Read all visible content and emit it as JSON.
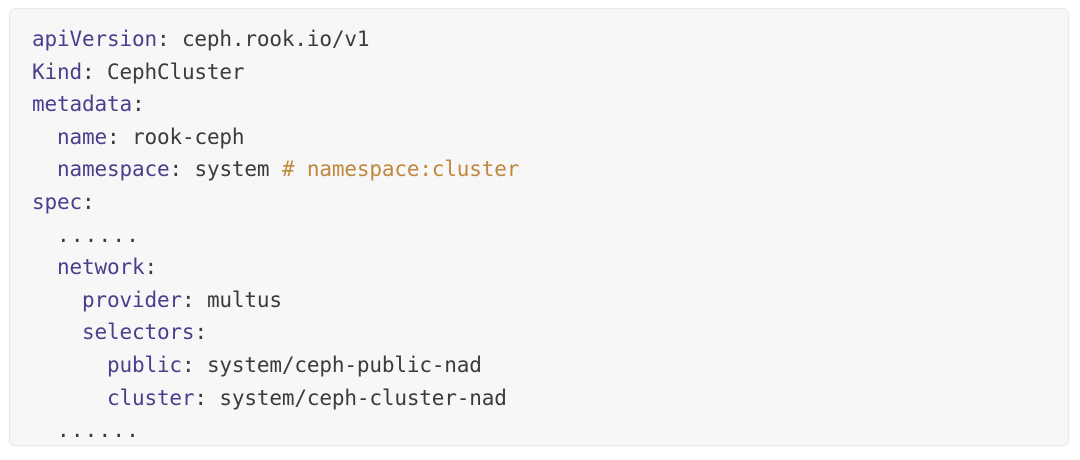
{
  "card": {
    "kind": "code-snippet-card",
    "language": "yaml",
    "background_color": "#f7f7f8",
    "border_color": "#e9e9ec"
  },
  "theme": {
    "key_color": "#4b3f8c",
    "value_color": "#3b3b3b",
    "comment_color": "#c0883f",
    "punctuation_color": "#3b3b3b"
  },
  "code": {
    "lines": [
      {
        "id": "line-apiversion",
        "indent": "",
        "key": "apiVersion",
        "sep": ": ",
        "value": "ceph.rook.io/v1",
        "comment": ""
      },
      {
        "id": "line-kind",
        "indent": "",
        "key": "Kind",
        "sep": ": ",
        "value": "CephCluster",
        "comment": ""
      },
      {
        "id": "line-metadata",
        "indent": "",
        "key": "metadata",
        "sep": ":",
        "value": "",
        "comment": ""
      },
      {
        "id": "line-name",
        "indent": "  ",
        "key": "name",
        "sep": ": ",
        "value": "rook-ceph",
        "comment": ""
      },
      {
        "id": "line-namespace",
        "indent": "  ",
        "key": "namespace",
        "sep": ": ",
        "value": "system ",
        "comment": "# namespace:cluster"
      },
      {
        "id": "line-spec",
        "indent": "",
        "key": "spec",
        "sep": ":",
        "value": "",
        "comment": ""
      },
      {
        "id": "line-ellipsis-1",
        "indent": "  ",
        "key": "",
        "sep": "",
        "value": "......",
        "comment": "",
        "ellipsis": true
      },
      {
        "id": "line-network",
        "indent": "  ",
        "key": "network",
        "sep": ":",
        "value": "",
        "comment": ""
      },
      {
        "id": "line-provider",
        "indent": "    ",
        "key": "provider",
        "sep": ": ",
        "value": "multus",
        "comment": ""
      },
      {
        "id": "line-selectors",
        "indent": "    ",
        "key": "selectors",
        "sep": ":",
        "value": "",
        "comment": ""
      },
      {
        "id": "line-public",
        "indent": "      ",
        "key": "public",
        "sep": ": ",
        "value": "system/ceph-public-nad",
        "comment": ""
      },
      {
        "id": "line-cluster",
        "indent": "      ",
        "key": "cluster",
        "sep": ": ",
        "value": "system/ceph-cluster-nad",
        "comment": ""
      },
      {
        "id": "line-ellipsis-2",
        "indent": "  ",
        "key": "",
        "sep": "",
        "value": "......",
        "comment": "",
        "ellipsis": true
      }
    ]
  }
}
